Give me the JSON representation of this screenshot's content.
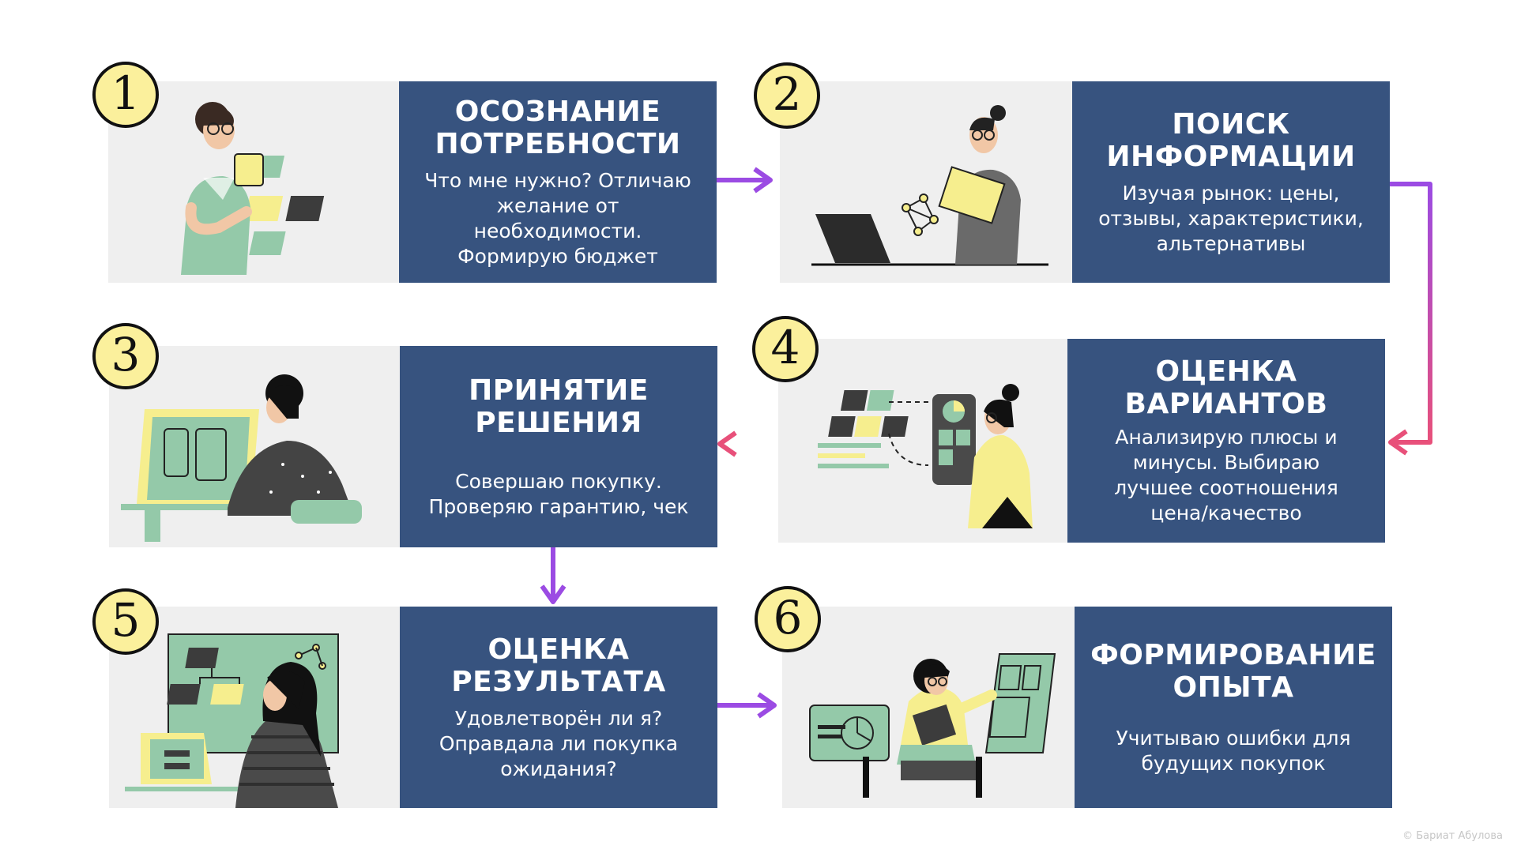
{
  "steps": [
    {
      "number": "1",
      "title_lines": [
        "ОСОЗНАНИЕ",
        "ПОТРЕБНОСТИ"
      ],
      "description": [
        "Что мне нужно? Отличаю",
        "желание от",
        "необходимости.",
        "Формирую бюджет"
      ]
    },
    {
      "number": "2",
      "title_lines": [
        "ПОИСК",
        "ИНФОРМАЦИИ"
      ],
      "description": [
        "Изучая рынок: цены,",
        "отзывы, характеристики,",
        "альтернативы"
      ]
    },
    {
      "number": "3",
      "title_lines": [
        "ПРИНЯТИЕ",
        "РЕШЕНИЯ"
      ],
      "description": [
        "Совершаю покупку.",
        "Проверяю гарантию, чек"
      ]
    },
    {
      "number": "4",
      "title_lines": [
        "ОЦЕНКА",
        "ВАРИАНТОВ"
      ],
      "description": [
        "Анализирую плюсы и",
        "минусы. Выбираю",
        "лучшее соотношения",
        "цена/качество"
      ]
    },
    {
      "number": "5",
      "title_lines": [
        "ОЦЕНКА",
        "РЕЗУЛЬТАТА"
      ],
      "description": [
        "Удовлетворён ли я?",
        "Оправдала ли покупка",
        "ожидания?"
      ]
    },
    {
      "number": "6",
      "title_lines": [
        "ФОРМИРОВАНИЕ",
        "ОПЫТА"
      ],
      "description": [
        "Учитываю ошибки для",
        "будущих покупок"
      ]
    }
  ],
  "copyright": "© Бариат Абулова",
  "colors": {
    "panel": "#37537f",
    "illustration_bg": "#efefef",
    "badge": "#fbf09c",
    "accent_green": "#94c9a9",
    "accent_yellow": "#f6ee8e",
    "arrow_purple": "#9b4be3",
    "arrow_pink": "#e8507a"
  }
}
